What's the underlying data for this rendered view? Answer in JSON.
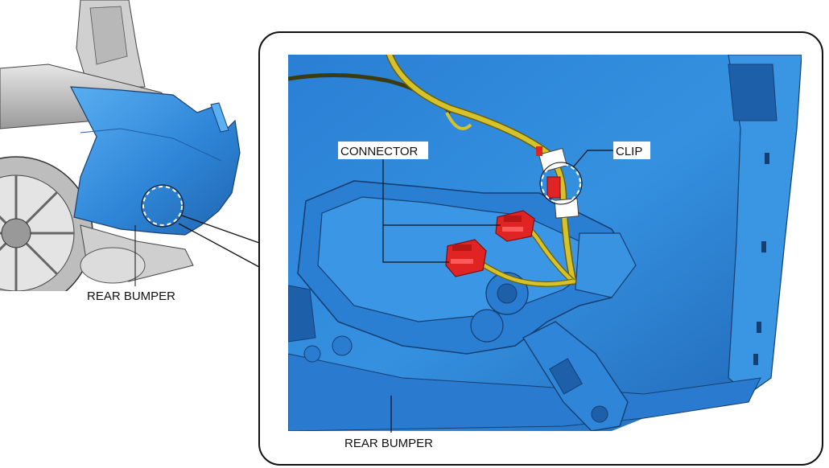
{
  "labels": {
    "overview_part": "REAR BUMPER",
    "detail_part": "REAR BUMPER",
    "connector": "CONNECTOR",
    "clip": "CLIP"
  },
  "colors": {
    "bumper_blue": "#2f86d8",
    "bumper_blue_dark": "#1d5fa8",
    "harness_yellow": "#c9b51e",
    "connector_red": "#e02424",
    "body_gray": "#c8c8c8",
    "outline": "#111111"
  }
}
